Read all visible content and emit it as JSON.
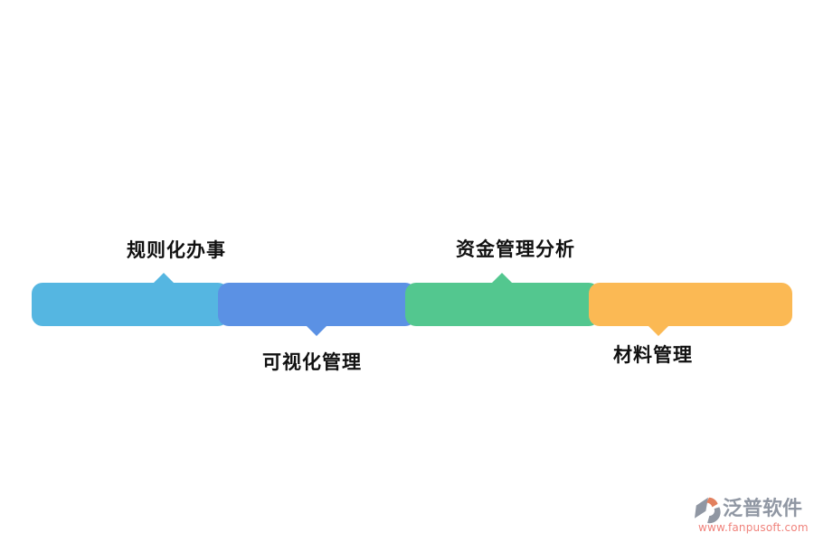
{
  "diagram": {
    "type": "segmented-process-bar",
    "segments": [
      {
        "label": "规则化办事",
        "color": "#55B6E1",
        "label_position": "above"
      },
      {
        "label": "可视化管理",
        "color": "#5B91E4",
        "label_position": "below"
      },
      {
        "label": "资金管理分析",
        "color": "#53C78F",
        "label_position": "above"
      },
      {
        "label": "材料管理",
        "color": "#FBB954",
        "label_position": "below"
      }
    ]
  },
  "watermark": {
    "brand": "泛普软件",
    "url": "www.fanpusoft.com",
    "brand_color": "#9097A3",
    "url_color": "#F0837C",
    "logo_grey": "#9097A3",
    "logo_orange": "#E2805E"
  }
}
